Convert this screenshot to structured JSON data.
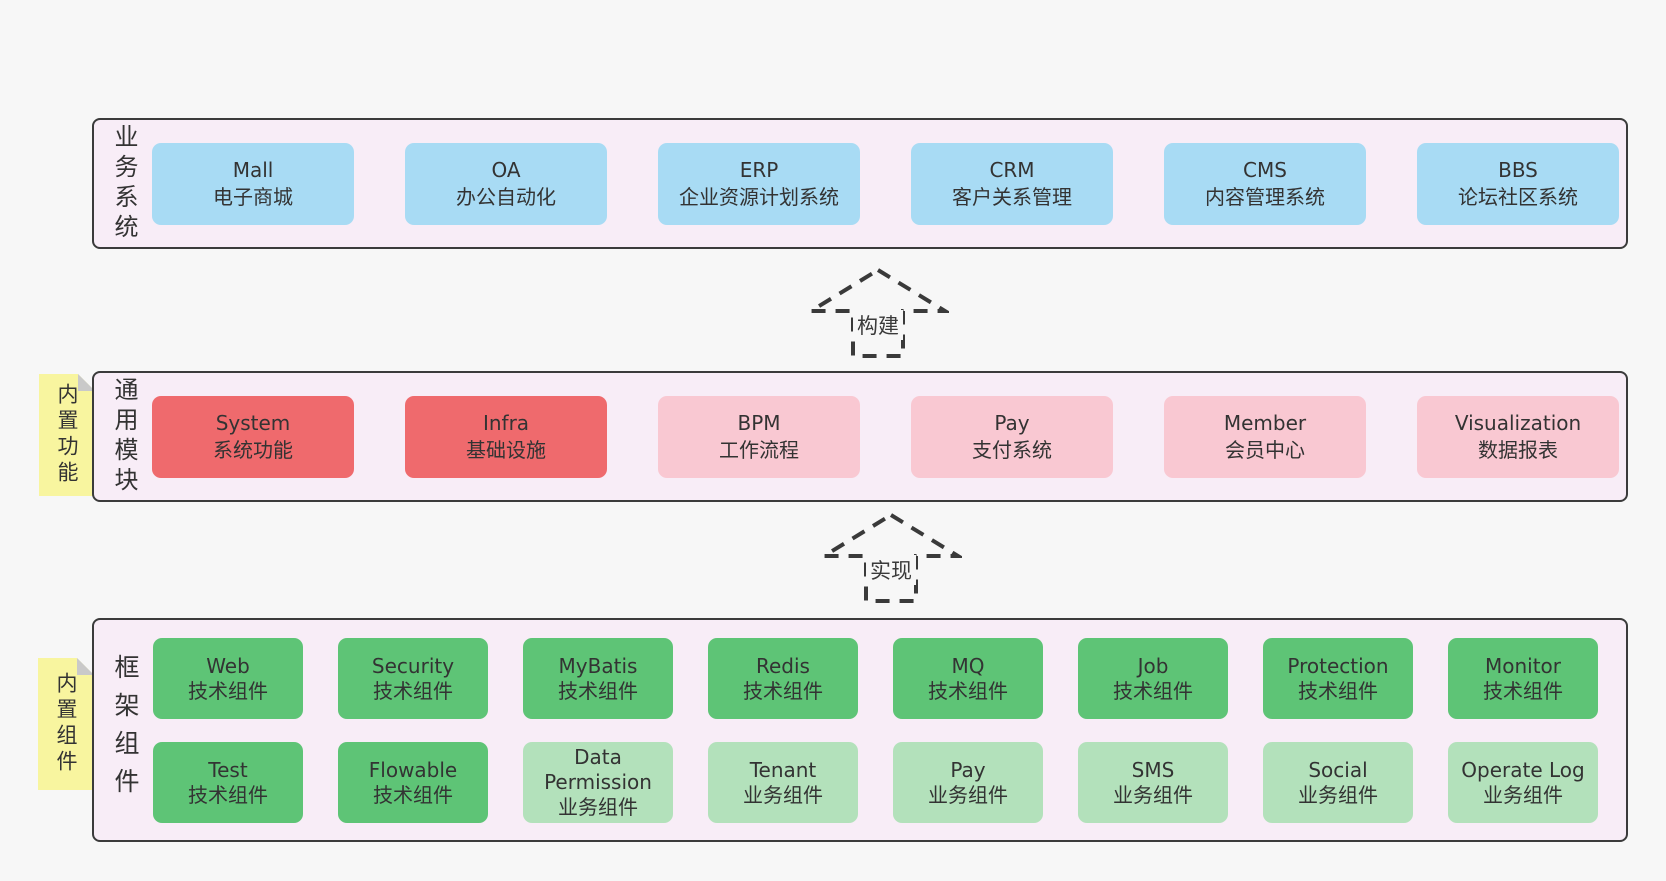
{
  "diagram": {
    "colors": {
      "page_background": "#f7f7f7",
      "band_background": "#f8edf7",
      "band_border": "#3b3b3b",
      "blue_box": "#a8dbf4",
      "red_box": "#ef6a6d",
      "pink_box": "#f9c8d2",
      "green_box": "#5ec476",
      "light_green_box": "#b3e1bb",
      "sticky_note": "#f8f59f",
      "sticky_fold": "#c9c9c9",
      "text": "#333333"
    },
    "arrows": [
      {
        "label": "构建"
      },
      {
        "label": "实现"
      }
    ],
    "stickies": [
      {
        "label": "内置功能"
      },
      {
        "label": "内置组件"
      }
    ],
    "bands": [
      {
        "label": "业务系统",
        "boxes": [
          {
            "title": "Mall",
            "subtitle": "电子商城",
            "variant": "blue"
          },
          {
            "title": "OA",
            "subtitle": "办公自动化",
            "variant": "blue"
          },
          {
            "title": "ERP",
            "subtitle": "企业资源计划系统",
            "variant": "blue"
          },
          {
            "title": "CRM",
            "subtitle": "客户关系管理",
            "variant": "blue"
          },
          {
            "title": "CMS",
            "subtitle": "内容管理系统",
            "variant": "blue"
          },
          {
            "title": "BBS",
            "subtitle": "论坛社区系统",
            "variant": "blue"
          }
        ]
      },
      {
        "label": "通用模块",
        "boxes": [
          {
            "title": "System",
            "subtitle": "系统功能",
            "variant": "red"
          },
          {
            "title": "Infra",
            "subtitle": "基础设施",
            "variant": "red"
          },
          {
            "title": "BPM",
            "subtitle": "工作流程",
            "variant": "pink"
          },
          {
            "title": "Pay",
            "subtitle": "支付系统",
            "variant": "pink"
          },
          {
            "title": "Member",
            "subtitle": "会员中心",
            "variant": "pink"
          },
          {
            "title": "Visualization",
            "subtitle": "数据报表",
            "variant": "pink"
          }
        ]
      },
      {
        "label": "框架组件",
        "rows": [
          [
            {
              "title": "Web",
              "subtitle": "技术组件",
              "variant": "green"
            },
            {
              "title": "Security",
              "subtitle": "技术组件",
              "variant": "green"
            },
            {
              "title": "MyBatis",
              "subtitle": "技术组件",
              "variant": "green"
            },
            {
              "title": "Redis",
              "subtitle": "技术组件",
              "variant": "green"
            },
            {
              "title": "MQ",
              "subtitle": "技术组件",
              "variant": "green"
            },
            {
              "title": "Job",
              "subtitle": "技术组件",
              "variant": "green"
            },
            {
              "title": "Protection",
              "subtitle": "技术组件",
              "variant": "green"
            },
            {
              "title": "Monitor",
              "subtitle": "技术组件",
              "variant": "green"
            }
          ],
          [
            {
              "title": "Test",
              "subtitle": "技术组件",
              "variant": "green"
            },
            {
              "title": "Flowable",
              "subtitle": "技术组件",
              "variant": "green"
            },
            {
              "title": "Data Permission",
              "subtitle": "业务组件",
              "variant": "lightgreen"
            },
            {
              "title": "Tenant",
              "subtitle": "业务组件",
              "variant": "lightgreen"
            },
            {
              "title": "Pay",
              "subtitle": "业务组件",
              "variant": "lightgreen"
            },
            {
              "title": "SMS",
              "subtitle": "业务组件",
              "variant": "lightgreen"
            },
            {
              "title": "Social",
              "subtitle": "业务组件",
              "variant": "lightgreen"
            },
            {
              "title": "Operate Log",
              "subtitle": "业务组件",
              "variant": "lightgreen"
            }
          ]
        ]
      }
    ]
  }
}
